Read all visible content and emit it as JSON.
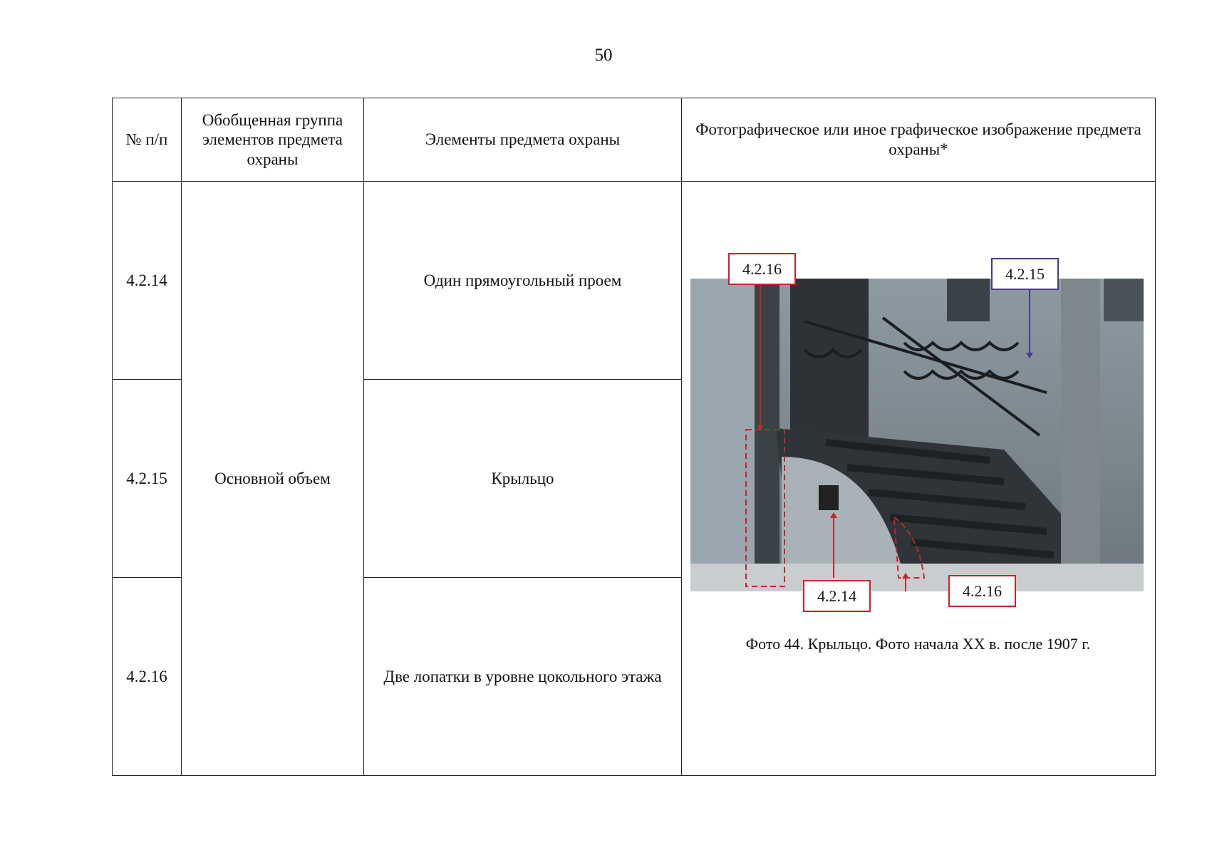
{
  "page_number": "50",
  "table": {
    "headers": [
      "№ п/п",
      "Обобщенная группа элементов предмета охраны",
      "Элементы предмета охраны",
      "Фотографическое или иное графическое изображение предмета охраны*"
    ],
    "group": "Основной объем",
    "rows": [
      {
        "num": "4.2.14",
        "element": "Один прямоугольный проем"
      },
      {
        "num": "4.2.15",
        "element": "Крыльцо"
      },
      {
        "num": "4.2.16",
        "element": "Две лопатки в уровне цокольного этажа"
      }
    ]
  },
  "photo": {
    "callouts": {
      "top_left": "4.2.16",
      "top_right": "4.2.15",
      "bottom_middle": "4.2.14",
      "bottom_right": "4.2.16"
    },
    "caption": "Фото 44. Крыльцо. Фото начала XX в. после 1907 г.",
    "colors": {
      "red": "#c8242b",
      "purple": "#4a3a8c"
    }
  }
}
